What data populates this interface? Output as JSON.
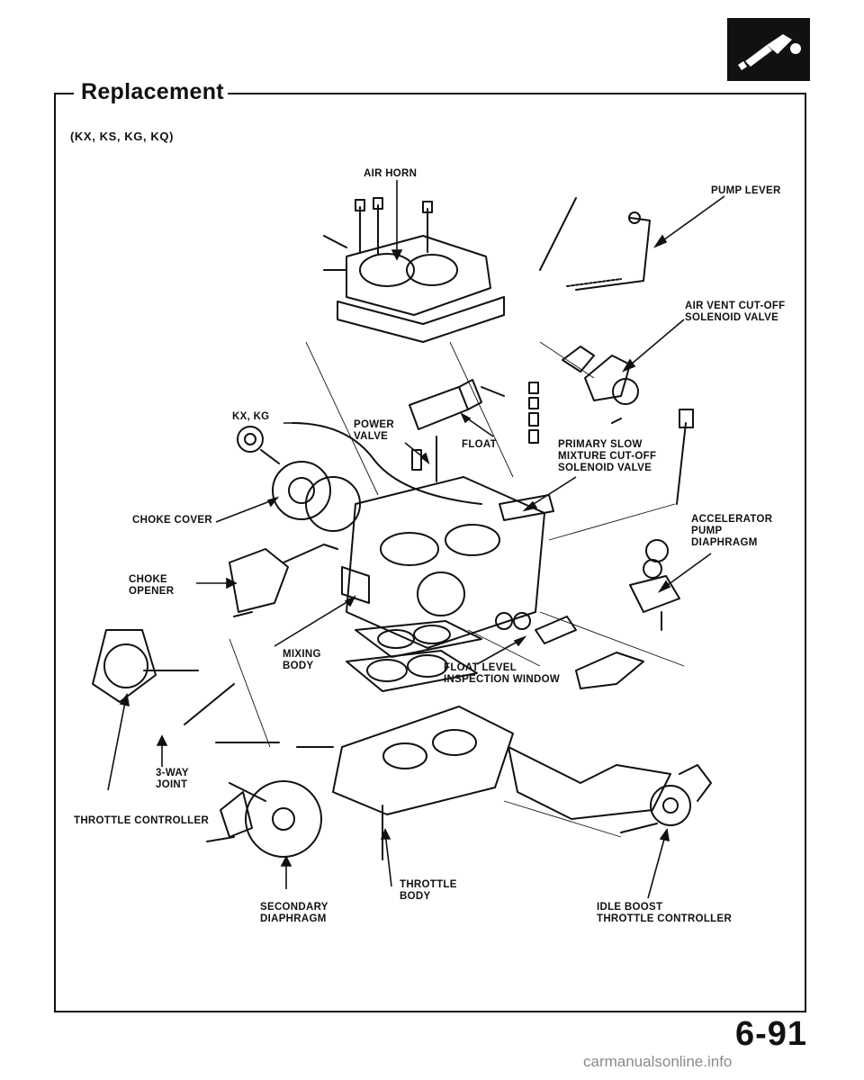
{
  "header": {
    "title": "Replacement",
    "subtitle": "(KX, KS, KG, KQ)",
    "section_icon": "fuel-pump-nozzle-icon"
  },
  "labels": {
    "air_horn": "AIR HORN",
    "pump_lever": "PUMP LEVER",
    "air_vent": "AIR VENT CUT-OFF\nSOLENOID VALVE",
    "kx_kg": "KX, KG",
    "power_valve": "POWER\nVALVE",
    "float": "FLOAT",
    "primary_slow": "PRIMARY SLOW\nMIXTURE CUT-OFF\nSOLENOID VALVE",
    "choke_cover": "CHOKE COVER",
    "accel_pump": "ACCELERATOR\nPUMP\nDIAPHRAGM",
    "choke_opener": "CHOKE\nOPENER",
    "mixing_body": "MIXING\nBODY",
    "float_level": "FLOAT LEVEL\nINSPECTION WINDOW",
    "three_way": "3-WAY\nJOINT",
    "throttle_controller": "THROTTLE CONTROLLER",
    "throttle_body": "THROTTLE\nBODY",
    "secondary_diaphragm": "SECONDARY\nDIAPHRAGM",
    "idle_boost": "IDLE BOOST\nTHROTTLE CONTROLLER"
  },
  "footer": {
    "page_number": "6-91",
    "watermark": "carmanualsonline.info"
  }
}
